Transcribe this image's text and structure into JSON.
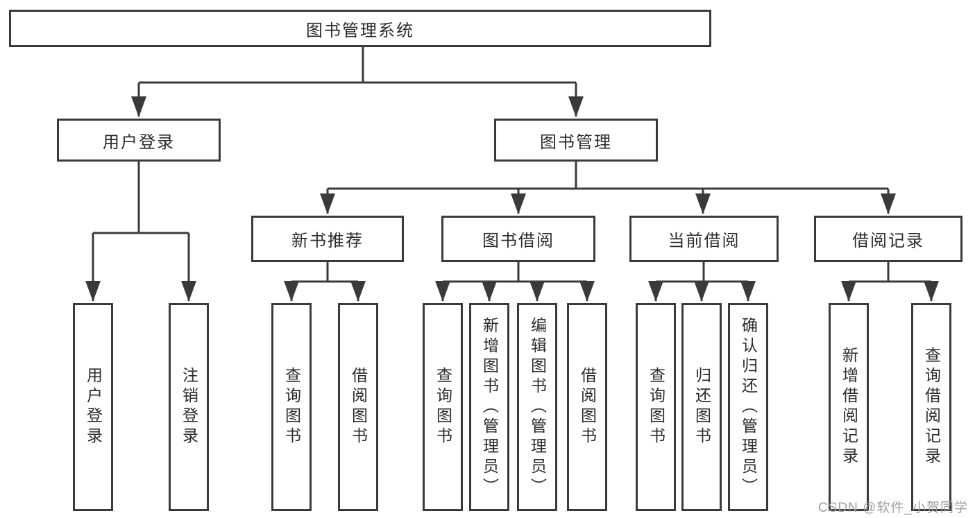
{
  "root": {
    "label": "图书管理系统"
  },
  "branches": [
    {
      "label": "用户登录",
      "children": [
        {
          "label": "用户登录"
        },
        {
          "label": "注销登录"
        }
      ]
    },
    {
      "label": "图书管理",
      "children": [
        {
          "label": "新书推荐",
          "children": [
            {
              "label": "查询图书"
            },
            {
              "label": "借阅图书"
            }
          ]
        },
        {
          "label": "图书借阅",
          "children": [
            {
              "label": "查询图书"
            },
            {
              "label": "新增图书（管理员）"
            },
            {
              "label": "编辑图书（管理员）"
            },
            {
              "label": "借阅图书"
            }
          ]
        },
        {
          "label": "当前借阅",
          "children": [
            {
              "label": "查询图书"
            },
            {
              "label": "归还图书"
            },
            {
              "label": "确认归还（管理员）"
            }
          ]
        },
        {
          "label": "借阅记录",
          "children": [
            {
              "label": "新增借阅记录"
            },
            {
              "label": "查询借阅记录"
            }
          ]
        }
      ]
    }
  ],
  "watermark": "CSDN @软件_小贺同学",
  "colors": {
    "line": "#3a3a3a",
    "box_border": "#3a3a3a",
    "box_fill": "#ffffff",
    "text": "#2b2b2b",
    "watermark": "#9e9e9e",
    "background": "#ffffff"
  }
}
